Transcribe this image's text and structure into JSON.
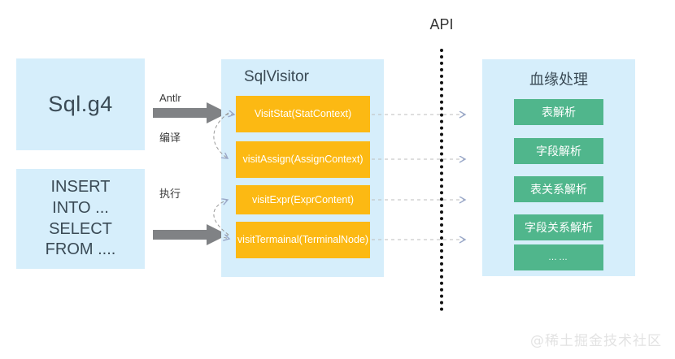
{
  "diagram": {
    "api_label": "API",
    "watermark": "@稀土掘金技术社区",
    "inputs": [
      {
        "id": "grammar",
        "text": "Sql.g4"
      },
      {
        "id": "sql",
        "text": "INSERT\nINTO ...\nSELECT\nFROM ...."
      }
    ],
    "arrows": [
      {
        "id": "antlr",
        "label_top": "Antlr",
        "label_bottom": "编译"
      },
      {
        "id": "execute",
        "label_top": "执行",
        "label_bottom": ""
      }
    ],
    "visitor_panel": {
      "title": "SqlVisitor",
      "methods": [
        {
          "name": "VisitStat(StatContext)"
        },
        {
          "name": "visitAssign(AssignContext)"
        },
        {
          "name": "visitExpr(ExprContent)"
        },
        {
          "name": "visitTermainal(TerminalNode)"
        }
      ]
    },
    "lineage_panel": {
      "title": "血缘处理",
      "steps": [
        {
          "name": "表解析"
        },
        {
          "name": "字段解析"
        },
        {
          "name": "表关系解析"
        },
        {
          "name": "字段关系解析"
        },
        {
          "name": "……"
        }
      ]
    },
    "colors": {
      "panel_blue": "#d6eefb",
      "method_orange": "#fcb913",
      "step_green": "#50b68c",
      "arrow_gray": "#808285",
      "divider_black": "#111111",
      "text_dark": "#3a4a55",
      "watermark_gray": "#e3e3e3"
    }
  }
}
